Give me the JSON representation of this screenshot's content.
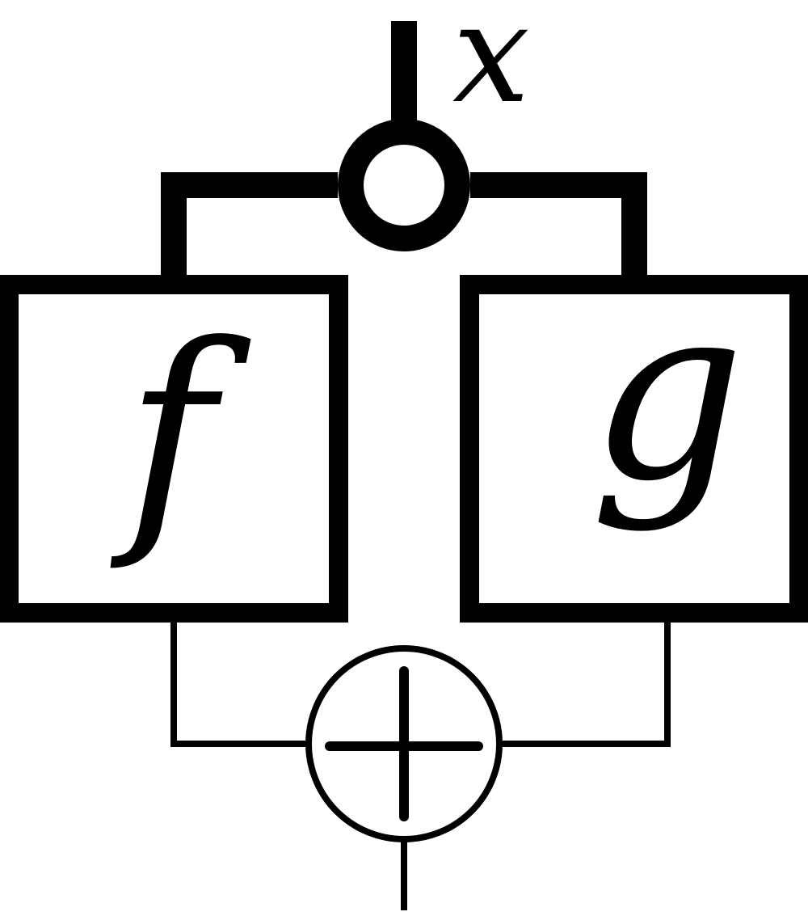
{
  "diagram": {
    "input_label": "x",
    "box_left_label": "f",
    "box_right_label": "g",
    "copy_node": "copy-circle",
    "sum_node": "plus-circle",
    "stroke_color": "#000000",
    "background_color": "#ffffff"
  }
}
